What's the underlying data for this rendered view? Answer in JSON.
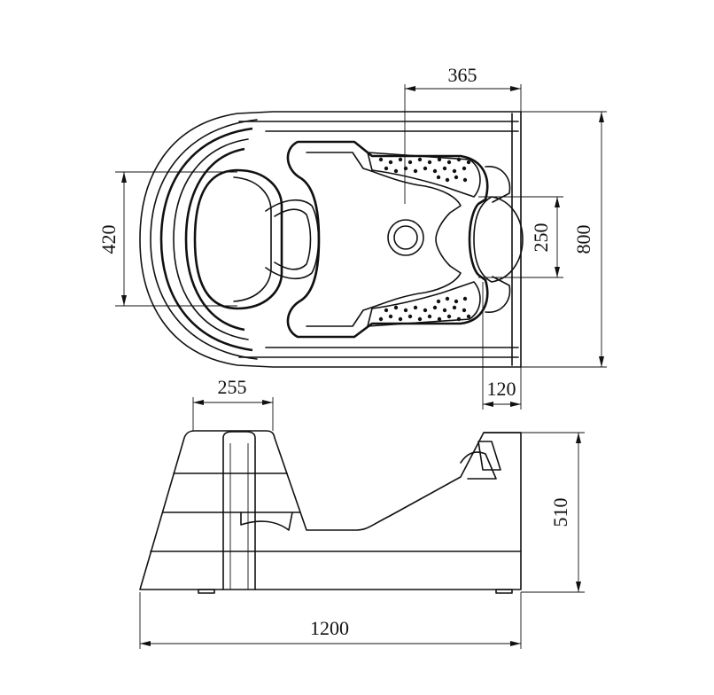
{
  "dimensions": {
    "top_width_partial": "365",
    "top_height_full": "800",
    "top_inner_height": "420",
    "top_headrest": "250",
    "top_side_offset": "120",
    "side_top_width": "255",
    "side_height": "510",
    "side_total_length": "1200"
  },
  "colors": {
    "line": "#111111",
    "background": "#ffffff"
  }
}
